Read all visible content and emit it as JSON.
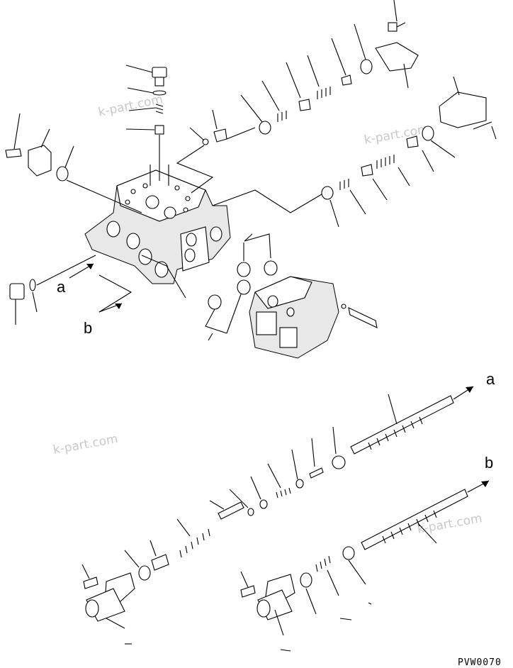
{
  "diagram": {
    "callouts": {
      "a": "a",
      "b": "b"
    },
    "watermarks": [
      "k-part.com",
      "k-part.com",
      "k-part.com",
      "k-part.com"
    ],
    "drawing_code": "PVW0070"
  }
}
